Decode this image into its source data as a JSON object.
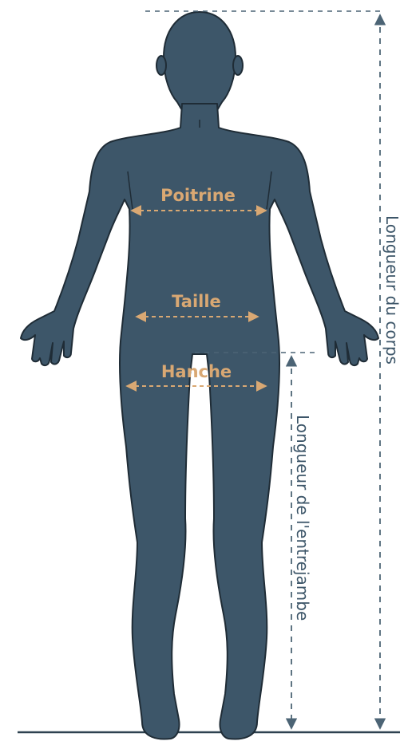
{
  "measurements": {
    "chest": "Poitrine",
    "waist": "Taille",
    "hip": "Hanche",
    "body_length": "Longueur du corps",
    "inseam_length": "Longueur de l'entrejambe"
  },
  "colors": {
    "body_fill": "#3d5669",
    "body_outline": "#1f2c36",
    "measure_gold": "#d9a873",
    "guide_line": "#4c6475",
    "ground_line": "#2e4250"
  }
}
